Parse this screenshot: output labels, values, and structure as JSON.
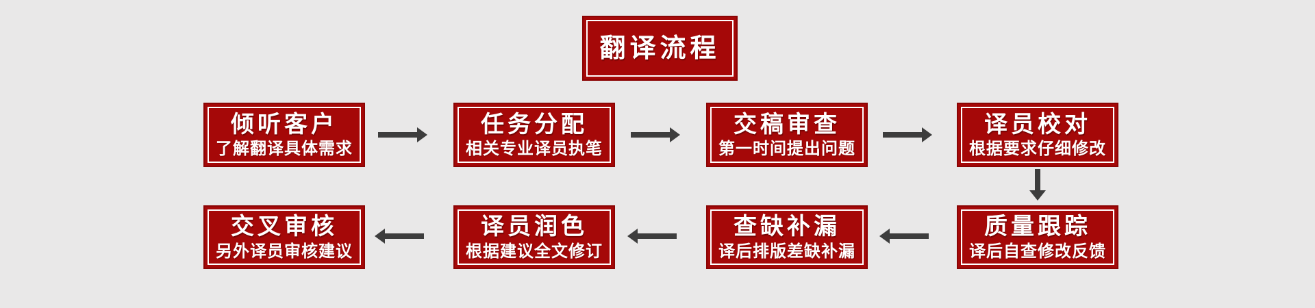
{
  "page": {
    "background_color": "#e9e8e8"
  },
  "colors": {
    "box_fill": "#a50808",
    "box_outer_border": "#8a0404",
    "box_inner_line": "#ffffff",
    "text": "#ffffff",
    "arrow": "#3d3d3d"
  },
  "title_box": {
    "label": "翻译流程"
  },
  "steps_row1": [
    {
      "title": "倾听客户",
      "subtitle": "了解翻译具体需求"
    },
    {
      "title": "任务分配",
      "subtitle": "相关专业译员执笔"
    },
    {
      "title": "交稿审查",
      "subtitle": "第一时间提出问题"
    },
    {
      "title": "译员校对",
      "subtitle": "根据要求仔细修改"
    }
  ],
  "steps_row2": [
    {
      "title": "交叉审核",
      "subtitle": "另外译员审核建议"
    },
    {
      "title": "译员润色",
      "subtitle": "根据建议全文修订"
    },
    {
      "title": "查缺补漏",
      "subtitle": "译后排版差缺补漏"
    },
    {
      "title": "质量跟踪",
      "subtitle": "译后自查修改反馈"
    }
  ],
  "arrows": {
    "row1_direction": "right",
    "row2_direction": "left",
    "connector_direction": "down"
  }
}
